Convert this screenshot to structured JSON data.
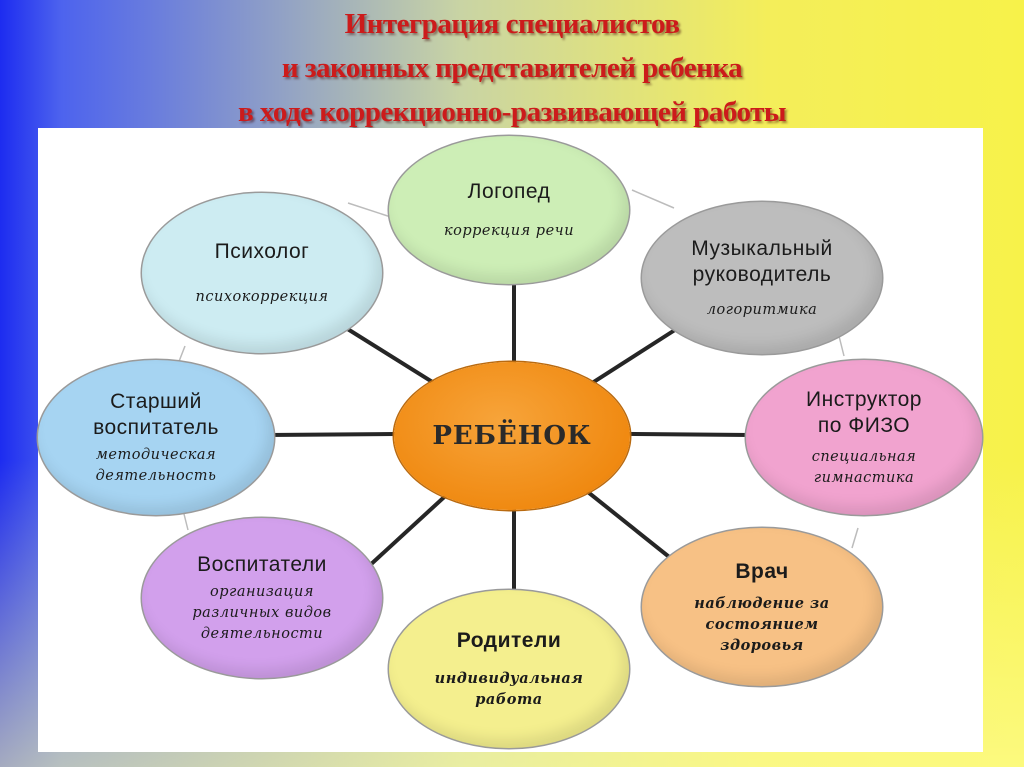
{
  "title": {
    "line1": "Интеграция специалистов",
    "line2": "и законных представителей ребенка",
    "line3": "в ходе коррекционно-развивающей работы"
  },
  "colors": {
    "title": "#cc1b1b",
    "center": "#f2911c",
    "logoped": "#cdeeb6",
    "psiholog": "#cdecf2",
    "muz": "#bdbdbd",
    "fizo": "#f1a3cf",
    "vrach": "#f7c185",
    "roditeli": "#f4ef8e",
    "vospitateli": "#d2a0ec",
    "starshiy": "#a6d4f2",
    "connector": "#262626"
  },
  "diagram": {
    "center": {
      "label": "РЕБЁНОК"
    },
    "nodes": {
      "logoped": {
        "title": "Логопед",
        "desc": "коррекция речи"
      },
      "psiholog": {
        "title": "Психолог",
        "desc": "психокоррекция"
      },
      "muz": {
        "title_line1": "Музыкальный",
        "title_line2": "руководитель",
        "desc": "логоритмика"
      },
      "fizo": {
        "title_line1": "Инструктор",
        "title_line2": "по ФИЗО",
        "desc_line1": "специальная",
        "desc_line2": "гимнастика"
      },
      "vrach": {
        "title": "Врач",
        "desc_line1": "наблюдение за",
        "desc_line2": "состоянием",
        "desc_line3": "здоровья"
      },
      "roditeli": {
        "title": "Родители",
        "desc_line1": "индивидуальная",
        "desc_line2": "работа"
      },
      "vospitateli": {
        "title": "Воспитатели",
        "desc_line1": "организация",
        "desc_line2": "различных видов",
        "desc_line3": "деятельности"
      },
      "starshiy": {
        "title_line1": "Старший",
        "title_line2": "воспитатель",
        "desc_line1": "методическая",
        "desc_line2": "деятельность"
      }
    }
  }
}
